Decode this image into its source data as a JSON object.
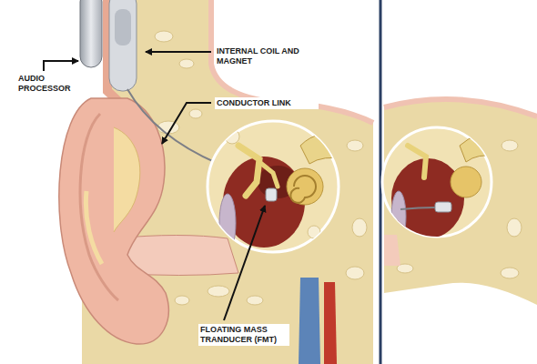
{
  "diagram": {
    "labels": [
      "AUDIO PROCESSOR",
      "INTERNAL COIL AND MAGNET",
      "CONDUCTOR LINK",
      "FLOATING MASS TRANDUCER (FMT)"
    ]
  }
}
